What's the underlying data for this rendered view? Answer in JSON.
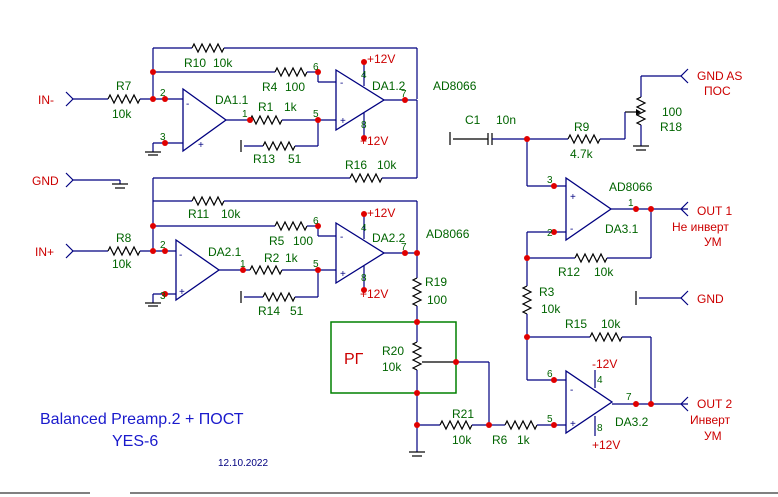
{
  "title": {
    "line1": "Balanced Preamp.2 + ПОСТ",
    "line2": "YES-6",
    "date": "12.10.2022"
  },
  "ports": {
    "in_minus": "IN-",
    "gnd_left": "GND",
    "in_plus": "IN+",
    "gnd_as_line1": "GND AS",
    "gnd_as_line2": "ПОС",
    "out1": "OUT 1",
    "out1_desc1": "Не инверт",
    "out1_desc2": "УМ",
    "gnd_right": "GND",
    "out2": "OUT 2",
    "out2_desc1": "Инверт",
    "out2_desc2": "УМ"
  },
  "chips": {
    "ad8066_a": "AD8066",
    "ad8066_b": "AD8066",
    "ad8066_c": "AD8066",
    "da1_1": "DA1.1",
    "da1_2": "DA1.2",
    "da2_1": "DA2.1",
    "da2_2": "DA2.2",
    "da3_1": "DA3.1",
    "da3_2": "DA3.2"
  },
  "supplies": {
    "p12_top1": "+12V",
    "p12_bot1": "+12V",
    "p12_top2": "+12V",
    "p12_bot2": "+12V",
    "m12_da32": "-12V",
    "p12_da32": "+12V"
  },
  "components": {
    "r10": {
      "name": "R10",
      "value": "10k"
    },
    "r7": {
      "name": "R7",
      "value": "10k"
    },
    "r4": {
      "name": "R4",
      "value": "100"
    },
    "r1": {
      "name": "R1",
      "value": "1k"
    },
    "r13": {
      "name": "R13",
      "value": "51"
    },
    "r16": {
      "name": "R16",
      "value": "10k"
    },
    "r11": {
      "name": "R11",
      "value": "10k"
    },
    "r8": {
      "name": "R8",
      "value": "10k"
    },
    "r5": {
      "name": "R5",
      "value": "100"
    },
    "r2": {
      "name": "R2",
      "value": "1k"
    },
    "r14": {
      "name": "R14",
      "value": "51"
    },
    "r19": {
      "name": "R19",
      "value": "100"
    },
    "r20": {
      "name": "R20",
      "value": "10k"
    },
    "r21": {
      "name": "R21",
      "value": "10k"
    },
    "r6": {
      "name": "R6",
      "value": "1k"
    },
    "c1": {
      "name": "C1",
      "value": "10n"
    },
    "r9": {
      "name": "R9",
      "value": "4.7k"
    },
    "r18": {
      "name": "R18",
      "value": "100"
    },
    "r12": {
      "name": "R12",
      "value": "10k"
    },
    "r3": {
      "name": "R3",
      "value": "10k"
    },
    "r15": {
      "name": "R15",
      "value": "10k"
    }
  },
  "rg_label": "РГ",
  "pins": {
    "da11_in": "2",
    "da11_pin3": "3",
    "da11_out": "1",
    "da12_6": "6",
    "da12_5": "5",
    "da12_7": "7",
    "da12_4": "4",
    "da12_8": "8",
    "da21_in": "2",
    "da21_pin3": "3",
    "da21_out": "1",
    "da22_6": "6",
    "da22_5": "5",
    "da22_7": "7",
    "da22_4": "4",
    "da22_8": "8",
    "da31_3": "3",
    "da31_2": "2",
    "da31_1": "1",
    "da32_6": "6",
    "da32_5": "5",
    "da32_7": "7",
    "da32_4": "4",
    "da32_8": "8"
  },
  "colors": {
    "wire": "#000080",
    "component": "#000000",
    "junction": "#e00000",
    "label": "#006400",
    "net_label": "#cc0000",
    "title": "#1a1acc"
  }
}
